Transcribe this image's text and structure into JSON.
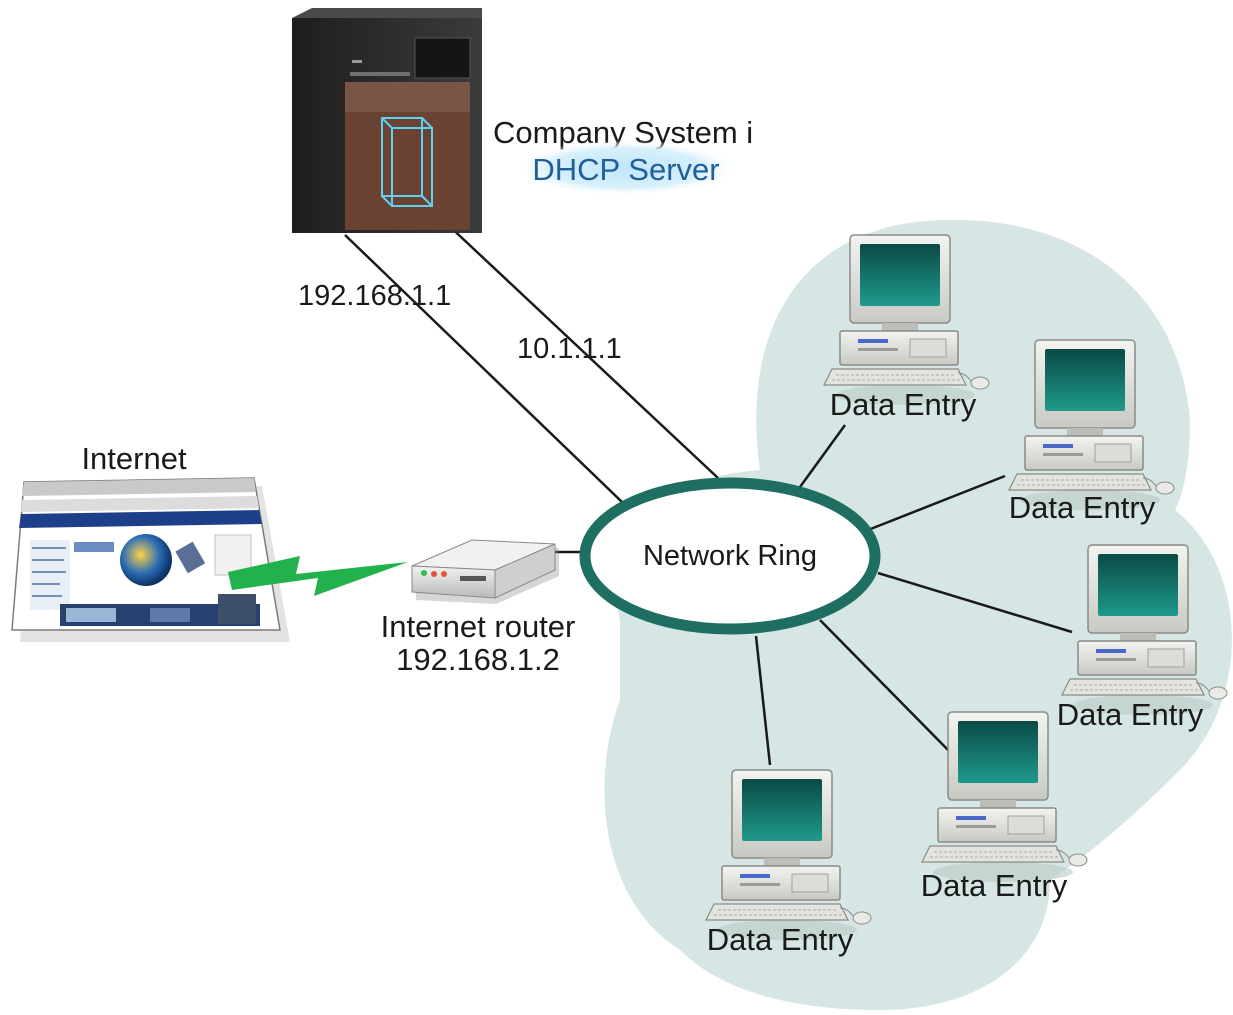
{
  "server": {
    "title": "Company System i",
    "role": "DHCP Server",
    "ip_left": "192.168.1.1",
    "ip_right": "10.1.1.1"
  },
  "internet": {
    "label": "Internet"
  },
  "router": {
    "label": "Internet router",
    "ip": "192.168.1.2"
  },
  "ring": {
    "label": "Network Ring"
  },
  "clients": [
    {
      "label": "Data Entry"
    },
    {
      "label": "Data Entry"
    },
    {
      "label": "Data Entry"
    },
    {
      "label": "Data Entry"
    },
    {
      "label": "Data Entry"
    }
  ],
  "colors": {
    "cloud": "#d5e6e4",
    "ring_stroke": "#1e6f62",
    "link": "#1a1a1a",
    "wan_bolt": "#22b24c",
    "dhcp_glow": "#9fd8f5"
  }
}
